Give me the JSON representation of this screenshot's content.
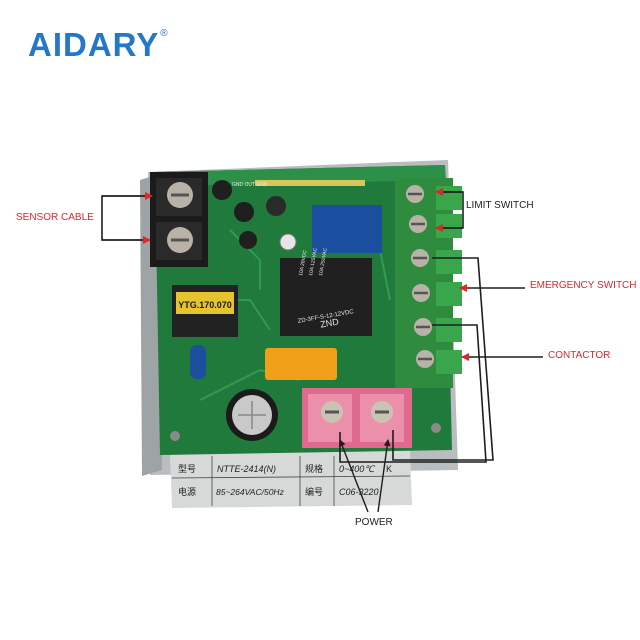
{
  "brand": {
    "logo_text": "AIDARY",
    "logo_mark": "®",
    "logo_color": "#2577c9"
  },
  "labels": {
    "sensor_cable": "SENSOR CABLE",
    "limit_switch": "LIMIT SWITCH",
    "emergency_switch": "EMERGENCY SWITCH",
    "contactor": "CONTACTOR",
    "power": "POWER"
  },
  "label_colors": {
    "red": "#e0262b",
    "dark": "#1e1e1e",
    "arrow": "#e0262b"
  },
  "board": {
    "transformer_text": "YTG.170.070",
    "relay_brand": "ZND",
    "relay_model": "ZD-3FF-S-12-12VDC",
    "relay_rating_1": "10A 250VAC",
    "relay_rating_2": "10A 125VAC",
    "relay_rating_3": "10A 28VDC",
    "pcb_marks": "GND  OUT  GND",
    "nameplate": {
      "model_key": "型号",
      "model_value": "NTTE-2414(N)",
      "spec_key": "规格",
      "spec_value": "0~400℃",
      "spec_unit": "K",
      "power_key": "电源",
      "power_value": "85~264VAC/50Hz",
      "serial_key": "编号",
      "serial_value": "C06-3220"
    }
  }
}
